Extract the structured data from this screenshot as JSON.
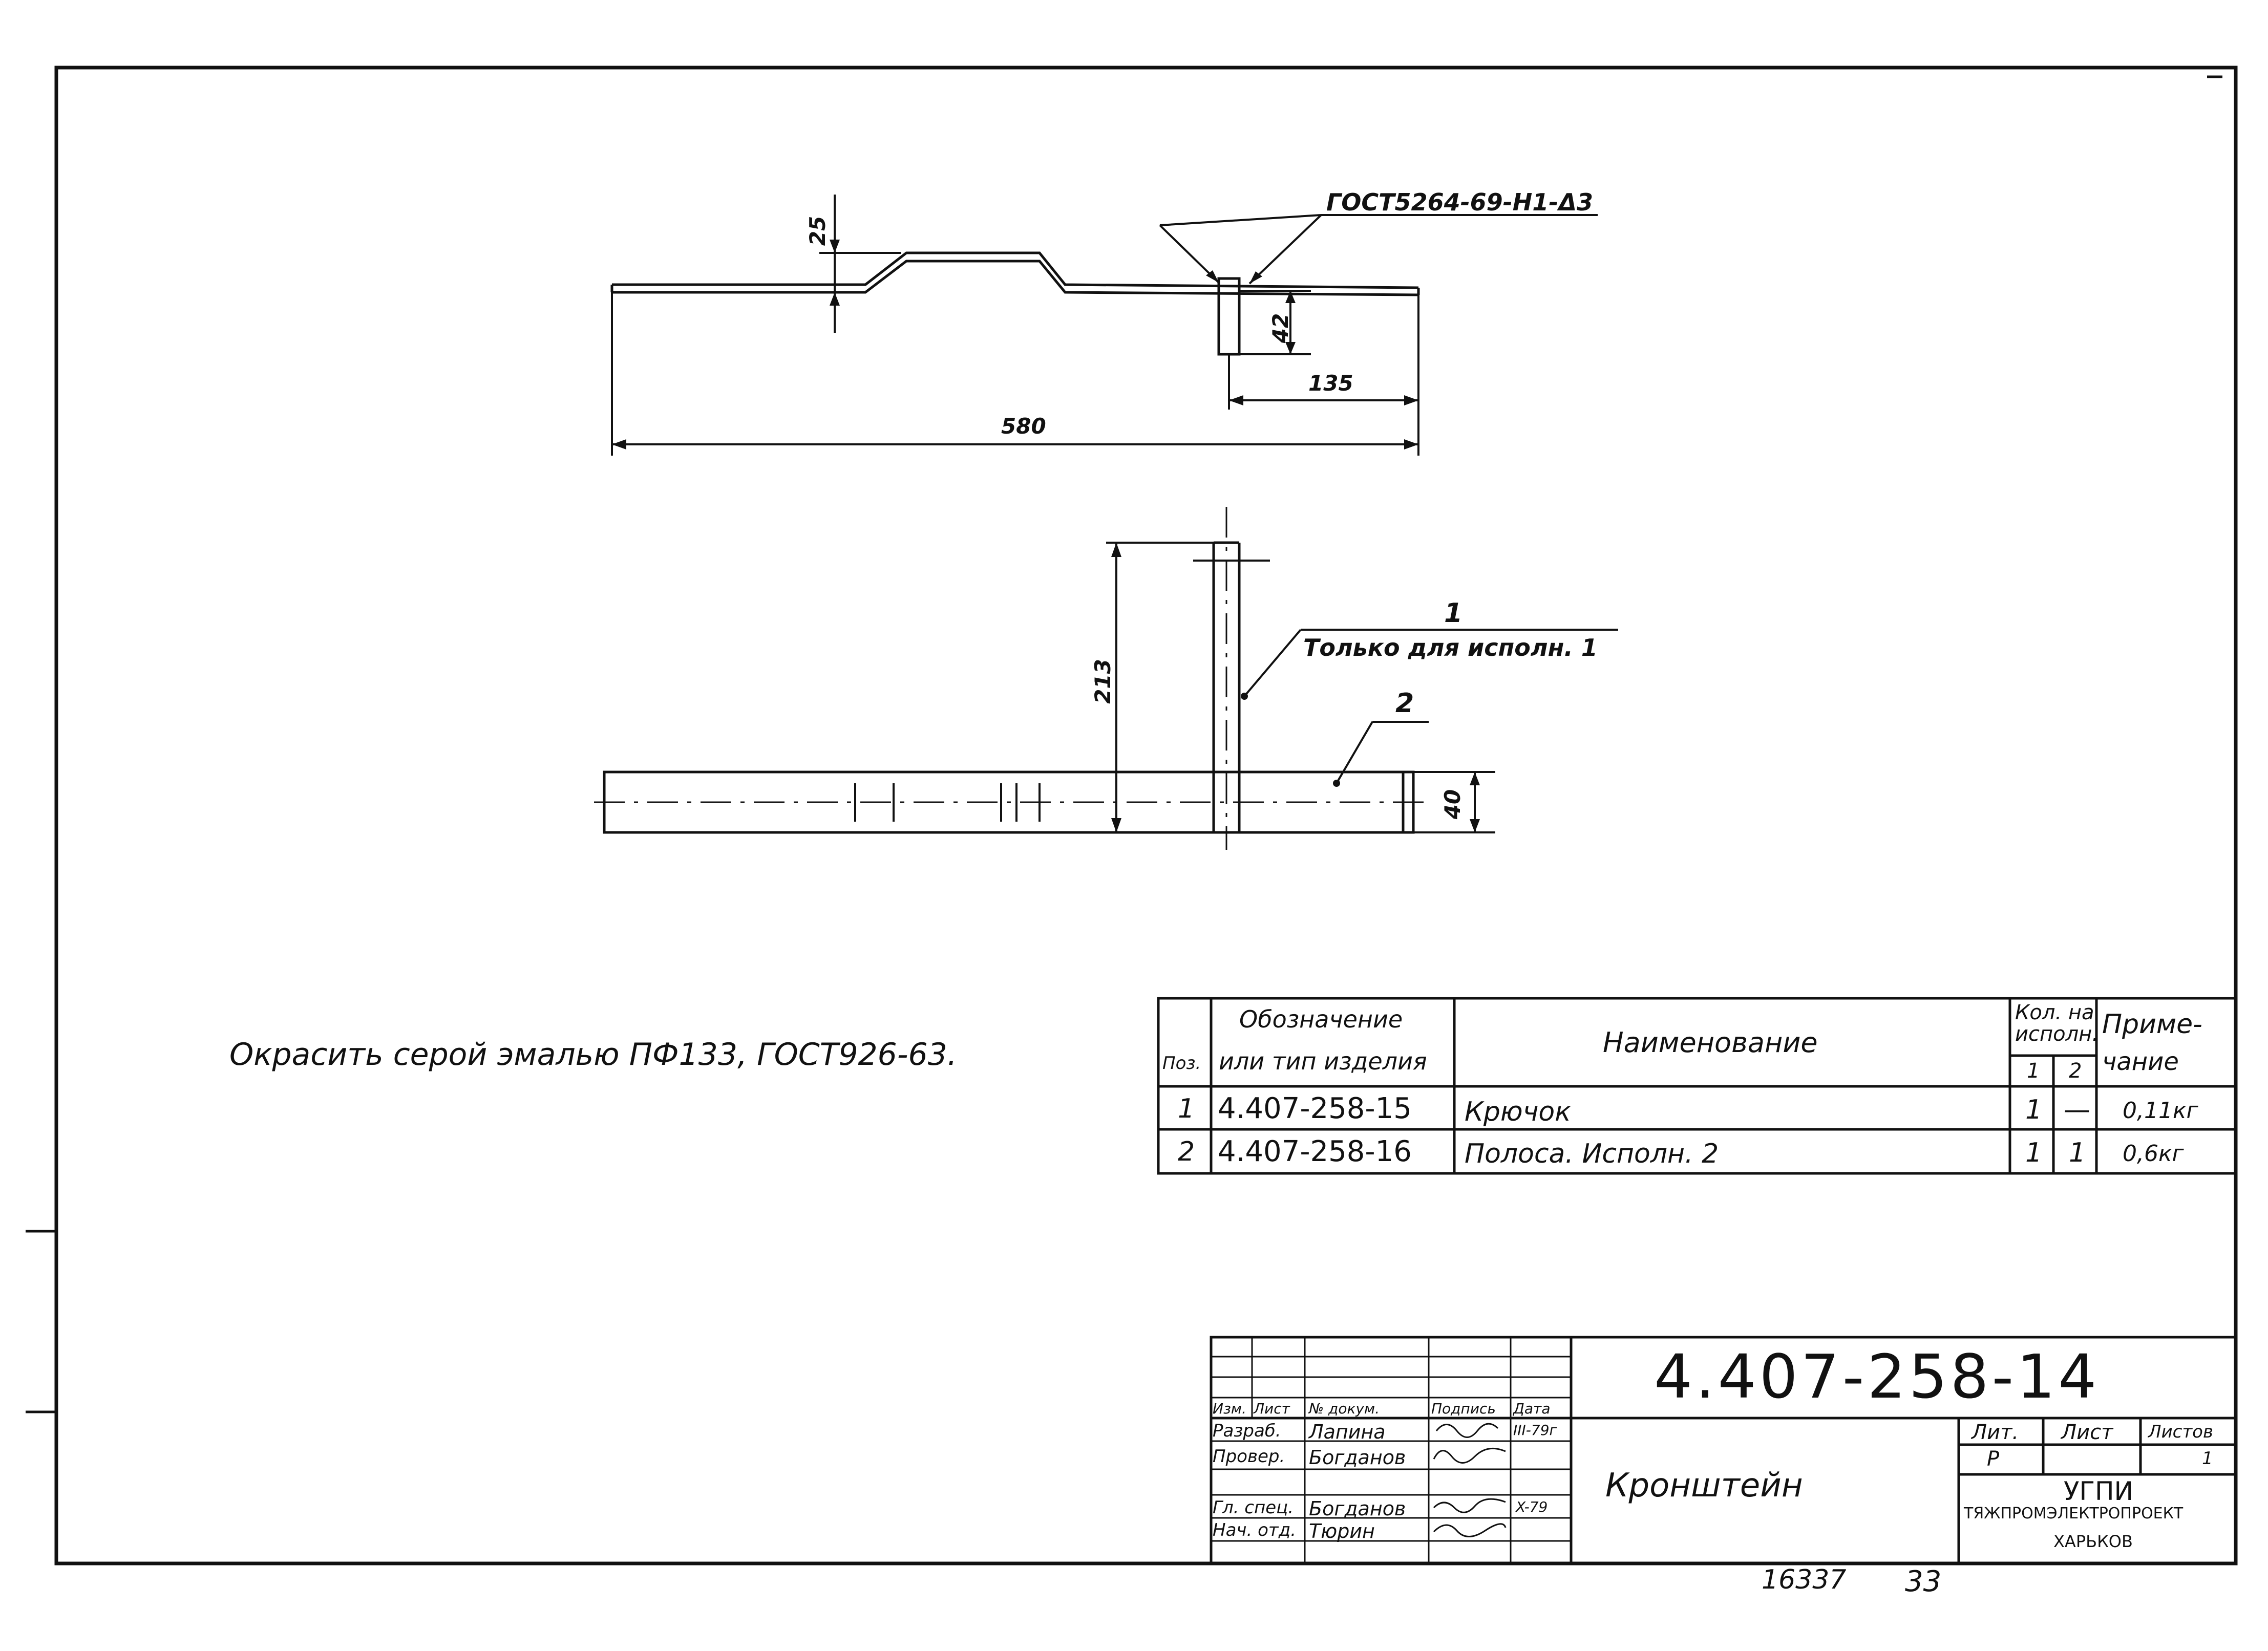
{
  "drawing": {
    "weld_symbol": "ГОСТ5264-69-Н1-Δ3",
    "dim_25": "25",
    "dim_42": "42",
    "dim_135": "135",
    "dim_580": "580",
    "dim_213": "213",
    "dim_40": "40",
    "callout_1_num": "1",
    "callout_1_text": "Только для исполн. 1",
    "callout_2_num": "2"
  },
  "paint_note": "Окрасить серой эмалью ПФ133, ГОСТ926-63.",
  "spec_table": {
    "header": {
      "pos": "Поз.",
      "designation_line1": "Обозначение",
      "designation_line2": "или тип изделия",
      "name": "Наименование",
      "qty_line1": "Кол. на",
      "qty_line2": "исполн.",
      "qty_col1": "1",
      "qty_col2": "2",
      "note_line1": "Приме-",
      "note_line2": "чание"
    },
    "rows": [
      {
        "pos": "1",
        "designation": "4.407-258-15",
        "name": "Крючок",
        "q1": "1",
        "q2": "—",
        "note": "0,11кг"
      },
      {
        "pos": "2",
        "designation": "4.407-258-16",
        "name": "Полоса. Исполн. 2",
        "q1": "1",
        "q2": "1",
        "note": "0,6кг"
      }
    ]
  },
  "title_block": {
    "doc_number": "4.407-258-14",
    "part_name": "Кронштейн",
    "col_headers": [
      "Изм.",
      "Лист",
      "№ докум.",
      "Подпись",
      "Дата"
    ],
    "roles": [
      {
        "role": "Разраб.",
        "name": "Лапина",
        "date": "III-79г"
      },
      {
        "role": "Провер.",
        "name": "Богданов",
        "date": ""
      },
      {
        "role": "",
        "name": "",
        "date": ""
      },
      {
        "role": "Гл. спец.",
        "name": "Богданов",
        "date": "X-79"
      },
      {
        "role": "Нач. отд.",
        "name": "Тюрин",
        "date": ""
      }
    ],
    "lit_label": "Лит.",
    "sheet_label": "Лист",
    "sheets_label": "Листов",
    "lit_value": "Р",
    "sheets_value": "1",
    "org_line1": "УГПИ",
    "org_line2": "ТЯЖПРОМЭЛЕКТРОПРОЕКТ",
    "org_line3": "ХАРЬКОВ"
  },
  "footer_stamp": "16337",
  "footer_page": "33"
}
